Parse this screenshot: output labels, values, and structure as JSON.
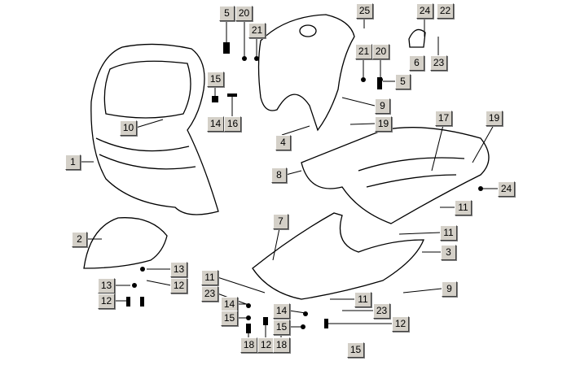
{
  "diagram": {
    "callouts": [
      {
        "id": "c1",
        "text": "5"
      },
      {
        "id": "c2",
        "text": "20"
      },
      {
        "id": "c3",
        "text": "21"
      },
      {
        "id": "c4",
        "text": "15"
      },
      {
        "id": "c5",
        "text": "14"
      },
      {
        "id": "c6",
        "text": "16"
      },
      {
        "id": "c7",
        "text": "10"
      },
      {
        "id": "c8",
        "text": "1"
      },
      {
        "id": "c9",
        "text": "2"
      },
      {
        "id": "c10",
        "text": "25"
      },
      {
        "id": "c11",
        "text": "24"
      },
      {
        "id": "c12",
        "text": "22"
      },
      {
        "id": "c13",
        "text": "21"
      },
      {
        "id": "c14",
        "text": "20"
      },
      {
        "id": "c15",
        "text": "6"
      },
      {
        "id": "c16",
        "text": "23"
      },
      {
        "id": "c17",
        "text": "5"
      },
      {
        "id": "c18",
        "text": "9"
      },
      {
        "id": "c19",
        "text": "19"
      },
      {
        "id": "c20",
        "text": "4"
      },
      {
        "id": "c21",
        "text": "17"
      },
      {
        "id": "c22",
        "text": "19"
      },
      {
        "id": "c23",
        "text": "8"
      },
      {
        "id": "c24",
        "text": "24"
      },
      {
        "id": "c25",
        "text": "11"
      },
      {
        "id": "c26",
        "text": "7"
      },
      {
        "id": "c27",
        "text": "11"
      },
      {
        "id": "c28",
        "text": "3"
      },
      {
        "id": "c29",
        "text": "9"
      },
      {
        "id": "c30",
        "text": "13"
      },
      {
        "id": "c31",
        "text": "13"
      },
      {
        "id": "c32",
        "text": "12"
      },
      {
        "id": "c33",
        "text": "12"
      },
      {
        "id": "c34",
        "text": "11"
      },
      {
        "id": "c35",
        "text": "23"
      },
      {
        "id": "c36",
        "text": "11"
      },
      {
        "id": "c37",
        "text": "14"
      },
      {
        "id": "c38",
        "text": "15"
      },
      {
        "id": "c39",
        "text": "14"
      },
      {
        "id": "c40",
        "text": "23"
      },
      {
        "id": "c41",
        "text": "15"
      },
      {
        "id": "c42",
        "text": "12"
      },
      {
        "id": "c43",
        "text": "18"
      },
      {
        "id": "c44",
        "text": "12"
      },
      {
        "id": "c45",
        "text": "18"
      },
      {
        "id": "c46",
        "text": "15"
      }
    ]
  }
}
